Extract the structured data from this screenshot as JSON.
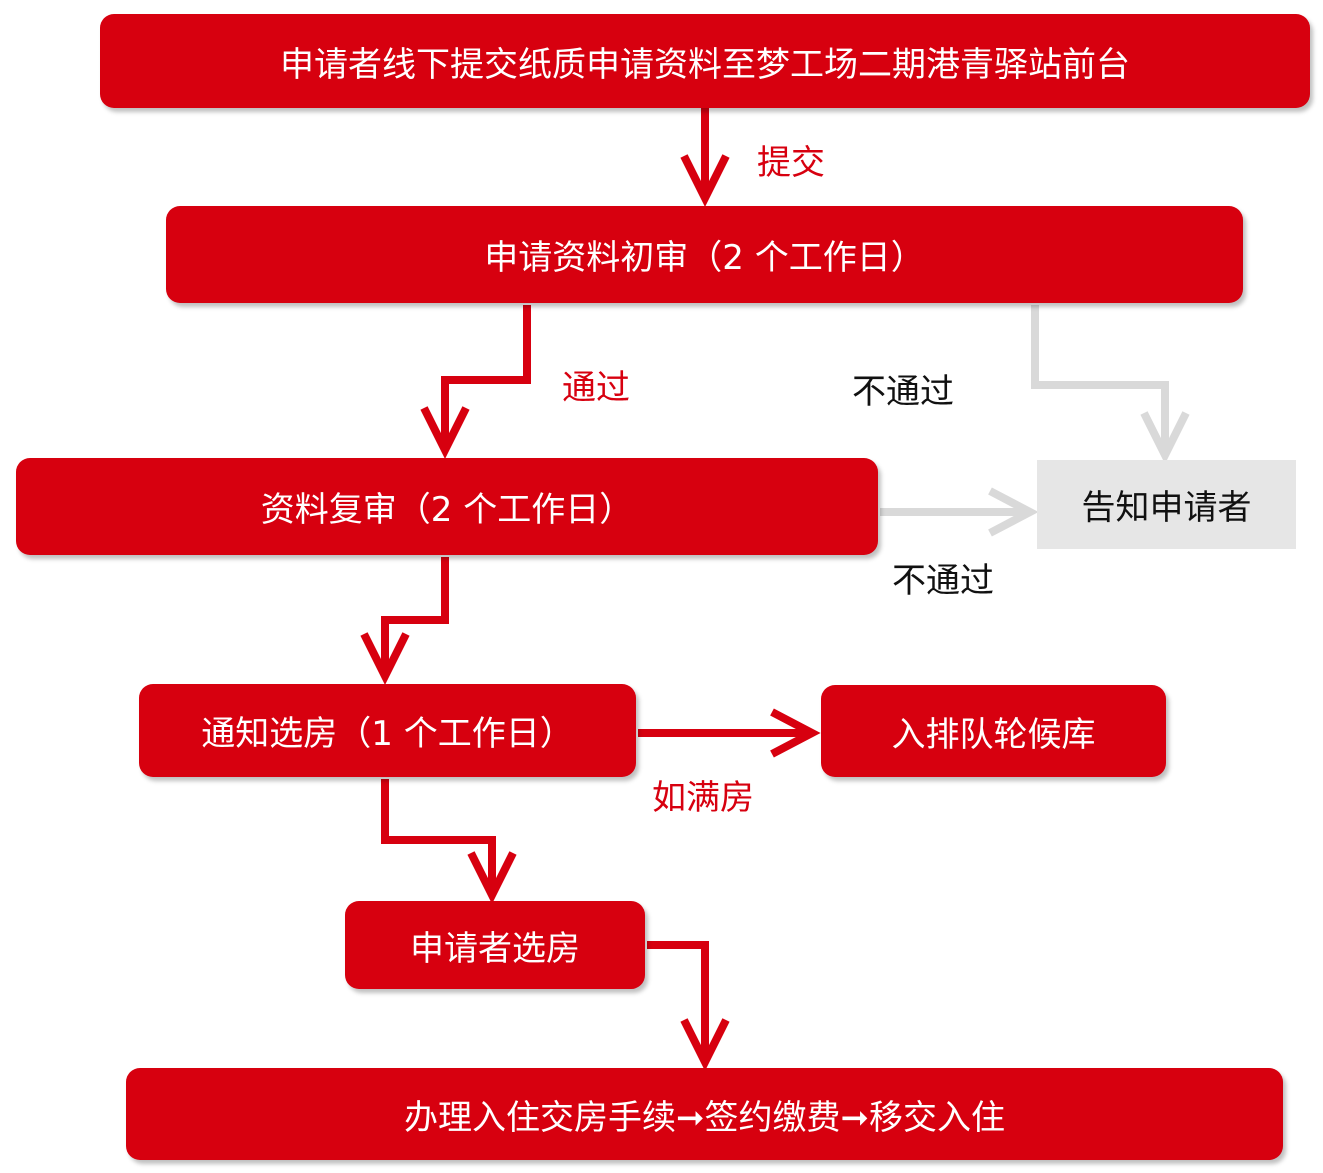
{
  "colors": {
    "primary": "#d7000f",
    "neutral": "#e6e6e6",
    "neutral_arrow": "#d9d9d9"
  },
  "nodes": {
    "submit": "申请者线下提交纸质申请资料至梦工场二期港青驿站前台",
    "initial_review": "申请资料初审（2 个工作日）",
    "second_review": "资料复审（2 个工作日）",
    "notify_applicant": "告知申请者",
    "notify_selection": "通知选房（1 个工作日）",
    "waitlist": "入排队轮候库",
    "applicant_select": "申请者选房",
    "check_in": "办理入住交房手续➞签约缴费➞移交入住"
  },
  "edge_labels": {
    "submit": "提交",
    "pass": "通过",
    "fail_initial": "不通过",
    "fail_second": "不通过",
    "if_full": "如满房"
  }
}
